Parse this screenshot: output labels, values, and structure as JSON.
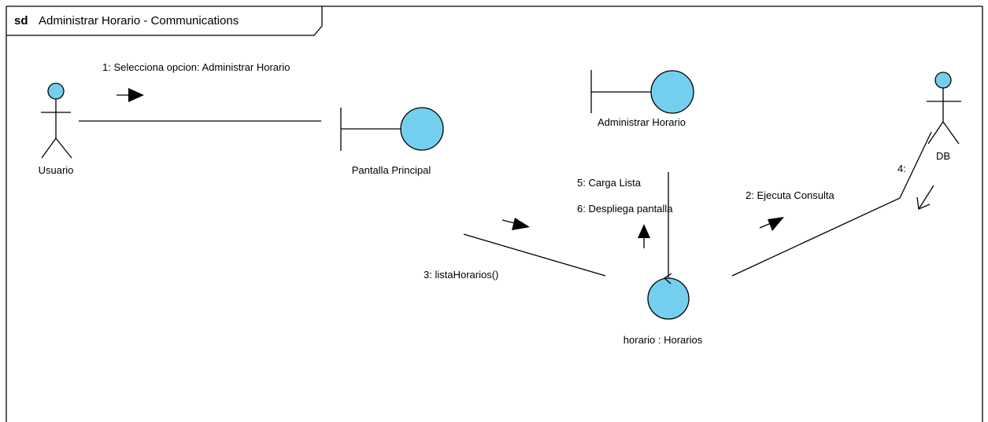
{
  "frame": {
    "keyword": "sd",
    "title": "Administrar Horario - Communications"
  },
  "elements": {
    "usuario": {
      "label": "Usuario",
      "kind": "actor"
    },
    "db": {
      "label": "DB",
      "kind": "actor"
    },
    "pantalla_principal": {
      "label": "Pantalla Principal",
      "kind": "boundary"
    },
    "administrar_horario": {
      "label": "Administrar Horario",
      "kind": "boundary"
    },
    "horario": {
      "label": "horario : Horarios",
      "kind": "control"
    }
  },
  "messages": {
    "m1": "1: Selecciona opcion: Administrar  Horario",
    "m2": "2: Ejecuta Consulta",
    "m3": "3: listaHorarios()",
    "m4": "4:",
    "m5": "5: Carga Lista",
    "m6": "6: Despliega pantalla"
  },
  "colors": {
    "fill": "#74CFEF",
    "stroke": "#000000"
  }
}
